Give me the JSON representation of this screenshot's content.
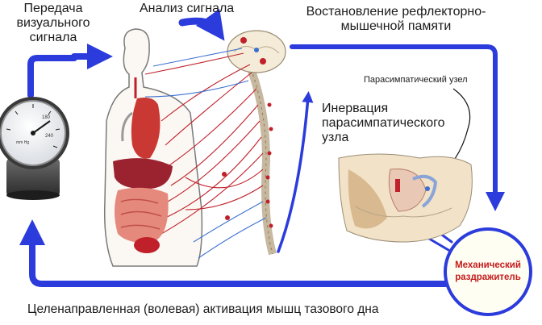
{
  "labels": {
    "visual_transfer": [
      "Передача",
      "визуального",
      "сигнала"
    ],
    "signal_analysis": "Анализ сигнала",
    "memory_restore": [
      "Востановление рефлекторно-",
      "мышечной памяти"
    ],
    "parasympathetic_node": "Парасимпатический узел",
    "innervation": [
      "Инервация",
      "парасимпатического",
      "узла"
    ],
    "irritant": [
      "Механический",
      "раздражитель"
    ],
    "bottom_caption": "Целенаправленная (волевая) активация мышц тазового дна"
  },
  "colors": {
    "arrow_blue": "#2b3bdc",
    "nerve_red": "#c0202a",
    "nerve_blue": "#3a6fd0",
    "irritant_text": "#c41c1c"
  },
  "icons": [
    "pressure-gauge-icon",
    "human-nervous-system-illustration",
    "pelvic-anatomy-illustration",
    "brain-icon"
  ]
}
